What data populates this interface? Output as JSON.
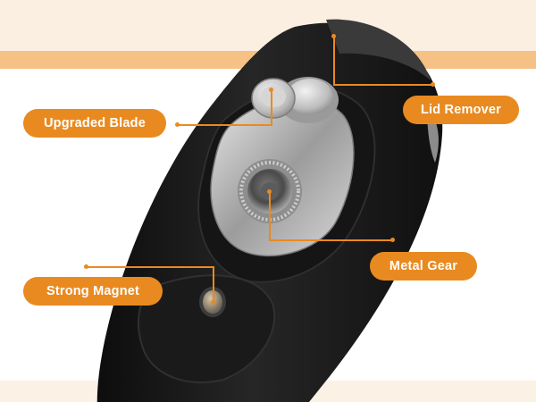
{
  "callouts": {
    "upgraded_blade": "Upgraded Blade",
    "lid_remover": "Lid Remover",
    "metal_gear": "Metal Gear",
    "strong_magnet": "Strong Magnet"
  },
  "colors": {
    "accent": "#e98a20",
    "band_light": "#fbefe2",
    "band_stripe": "#f6c185",
    "body_dark": "#1c1c1c",
    "metal": "#b9b9b9"
  }
}
